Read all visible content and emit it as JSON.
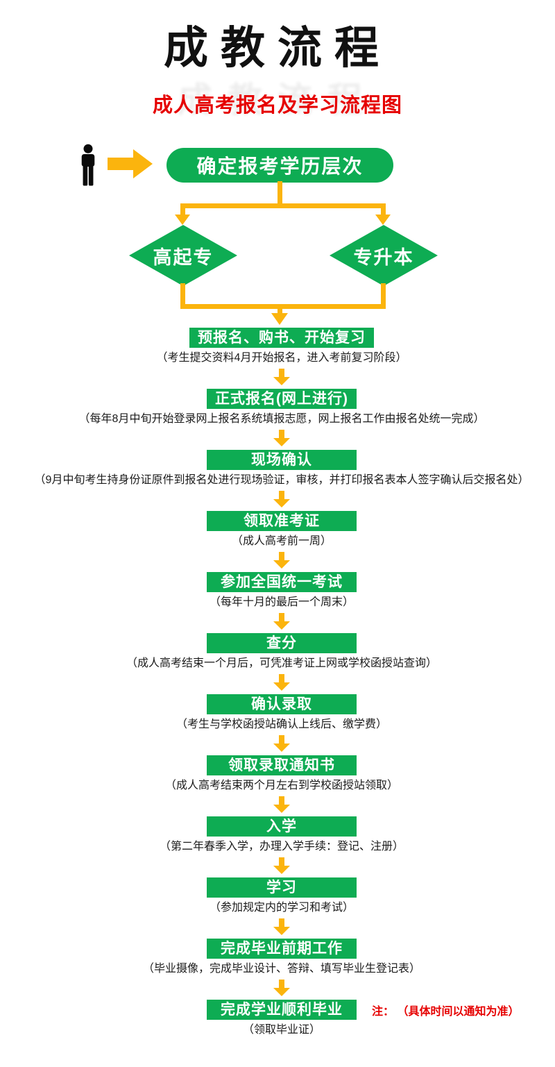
{
  "header": {
    "title": "成教流程",
    "subtitle": "成人高考报名及学习流程图"
  },
  "colors": {
    "node_green": "#0EAC53",
    "arrow_yellow": "#FBB40D",
    "accent_red": "#E60000",
    "title_black": "#111111"
  },
  "icons": {
    "person": "person-icon",
    "start_arrow": "right-arrow-icon",
    "flow_arrow": "down-arrow-icon"
  },
  "start": {
    "label": "确定报考学历层次"
  },
  "branches": [
    {
      "label": "高起专"
    },
    {
      "label": "专升本"
    }
  ],
  "steps": [
    {
      "label": "预报名、购书、开始复习",
      "caption": "（考生提交资料4月开始报名，进入考前复习阶段）"
    },
    {
      "label": "正式报名(网上进行)",
      "caption": "（每年8月中旬开始登录网上报名系统填报志愿，网上报名工作由报名处统一完成）"
    },
    {
      "label": "现场确认",
      "caption": "（9月中旬考生持身份证原件到报名处进行现场验证，审核，并打印报名表本人签字确认后交报名处）"
    },
    {
      "label": "领取准考证",
      "caption": "（成人高考前一周）"
    },
    {
      "label": "参加全国统一考试",
      "caption": "（每年十月的最后一个周末）"
    },
    {
      "label": "查分",
      "caption": "（成人高考结束一个月后，可凭准考证上网或学校函授站查询）"
    },
    {
      "label": "确认录取",
      "caption": "（考生与学校函授站确认上线后、缴学费）"
    },
    {
      "label": "领取录取通知书",
      "caption": "（成人高考结束两个月左右到学校函授站领取）"
    },
    {
      "label": "入学",
      "caption": "（第二年春季入学，办理入学手续：登记、注册）"
    },
    {
      "label": "学习",
      "caption": "（参加规定内的学习和考试）"
    },
    {
      "label": "完成毕业前期工作",
      "caption": "（毕业摄像，完成毕业设计、答辩、填写毕业生登记表）"
    },
    {
      "label": "完成学业顺利毕业",
      "caption": "（领取毕业证）",
      "note": "注： （具体时间以通知为准）"
    }
  ]
}
